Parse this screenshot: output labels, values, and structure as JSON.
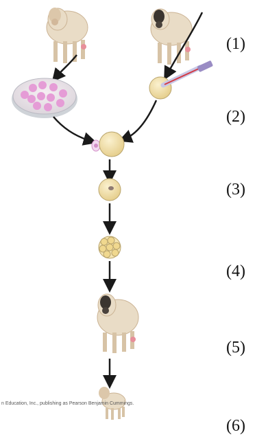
{
  "steps": [
    "(1)",
    "(2)",
    "(3)",
    "(4)",
    "(5)",
    "(6)"
  ],
  "credit": "n Education, Inc., publishing as Pearson Benjamin Cummings.",
  "colors": {
    "wool": "#e9dcc6",
    "wool_shadow": "#cbb394",
    "face_light": "#d9c4a9",
    "face_dark": "#3b3530",
    "cell": "#f0dca6",
    "cell_edge": "#b9a46c",
    "dish_cell": "#e59cd6",
    "arrow": "#1a1a1a"
  }
}
